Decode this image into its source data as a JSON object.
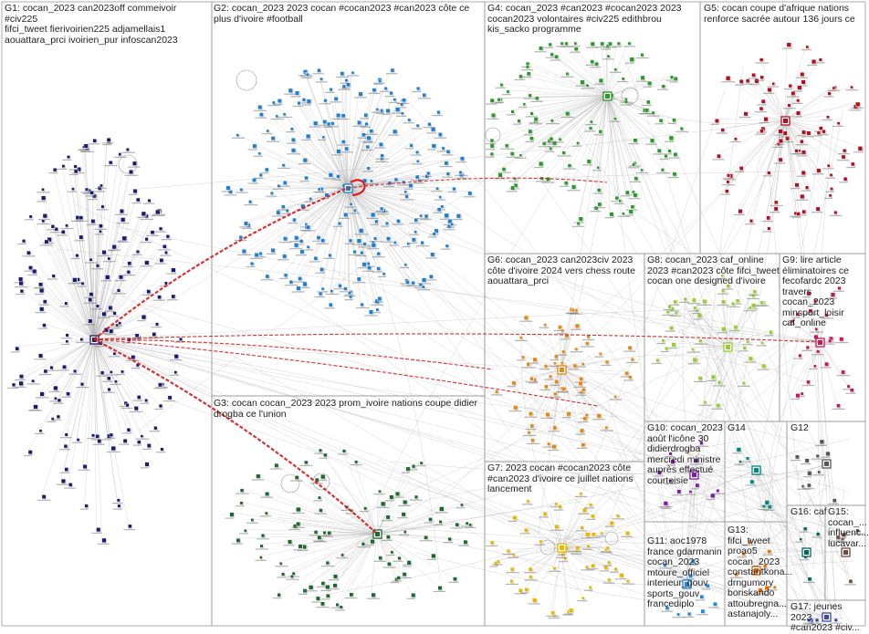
{
  "groups": [
    {
      "id": "G1",
      "label": "G1: cocan_2023 can2023off commeivoir #civ225\nfifci_tweet fierivoirien225 adjamellais1\naouattara_prci ivoirien_pur infoscan2023",
      "color": "#1b1b6f"
    },
    {
      "id": "G2",
      "label": "G2: cocan_2023 2023 cocan #cocan2023 #can2023 côte ce\nplus d'ivoire #football",
      "color": "#1f7fd0"
    },
    {
      "id": "G3",
      "label": "G3: cocan cocan_2023 2023 prom_ivoire nations coupe didier\ndrogba ce l'union",
      "color": "#1e6a2e"
    },
    {
      "id": "G4",
      "label": "G4: cocan_2023 #can2023 #cocan2023 2023\ncocan2023 volontaires #civ225 edithbrou\nkis_sacko programme",
      "color": "#2a9a2a"
    },
    {
      "id": "G5",
      "label": "G5: cocan coupe d'afrique nations\nrenforce sacrée autour 136 jours ce",
      "color": "#b01020"
    },
    {
      "id": "G6",
      "label": "G6: cocan_2023 can2023civ 2023\ncôte d'ivoire 2024 vers chess route\naouattara_prci",
      "color": "#e08a1a"
    },
    {
      "id": "G7",
      "label": "G7: 2023 cocan #cocan2023 côte\n#can2023 d'ivoire ce juillet nations\nlancement",
      "color": "#e6b800"
    },
    {
      "id": "G8",
      "label": "G8: cocan_2023 caf_online\n2023 #can2023 côte fifci_tweet\ncocan one designed d'ivoire",
      "color": "#9acd32"
    },
    {
      "id": "G9",
      "label": "G9: lire article\néliminatoires ce\nfecofardc 2023\ntravers cocan_2023\nminsport_loisir\ncaf_online",
      "color": "#c2185b"
    },
    {
      "id": "G10",
      "label": "G10: cocan_2023\naoût l'icône 30\ndidierdrogba\nmercredi ministre\nauprès effectué\ncourtoisie",
      "color": "#7b1fa2"
    },
    {
      "id": "G11",
      "label": "G11: aoc1978\nfrance gdarmanin\ncocan_2023\nmtoure_officiel\ninterieur_gouv\nsports_gouv\nfrancediplo",
      "color": "#1e88e5"
    },
    {
      "id": "G12",
      "label": "G12",
      "color": "#555555"
    },
    {
      "id": "G13",
      "label": "G13:\nfifci_tweet\nproao5\ncocan_2023\nconstantkona...\ndrngumory\nboriskando\nattoubregna...\nastanajoly...",
      "color": "#ef6c00"
    },
    {
      "id": "G14",
      "label": "G14",
      "color": "#00897b"
    },
    {
      "id": "G15",
      "label": "G15:\ncocan_...\ninfluenc...\nlucavar...",
      "color": "#6d4c41"
    },
    {
      "id": "G16",
      "label": "G16: caf",
      "color": "#00695c"
    },
    {
      "id": "G17",
      "label": "G17: jeunes 2023\n#can2023 #civ...",
      "color": "#3949ab"
    }
  ]
}
